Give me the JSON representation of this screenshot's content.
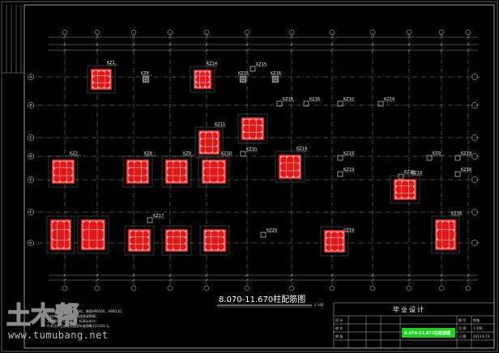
{
  "drawing": {
    "title": "8.070-11.670柱配筋图",
    "scale_note": "1:100"
  },
  "title_block": {
    "heading": "毕业设计",
    "highlight_text": "8.070-11.670柱配筋图",
    "highlight_color": "#1fd11f",
    "cells": [
      "设 计",
      "校 对",
      "审 核",
      "图 号",
      "比 例",
      "日 期",
      "结施",
      "1:100",
      "2013.6.15"
    ]
  },
  "notes": [
    "1.柱混凝土强度等级C30，钢筋HPB300、HRB335；",
    "2.柱纵筋连接采用机械连接或焊接；",
    "3.本图尺寸以毫米计，标高以米计；",
    "4.未注明之处详见国家标准图集11G101-1。"
  ],
  "watermark": {
    "logo_text": "土木帮",
    "site": "www.tumubang.net"
  },
  "axis_labels_left": [
    "A",
    "B",
    "C",
    "D",
    "E",
    "F",
    "G"
  ],
  "columns": [
    {
      "label": "KZ1",
      "kind": "red"
    },
    {
      "label": "KZ8",
      "kind": "red"
    },
    {
      "label": "KZ14",
      "kind": "red"
    },
    {
      "label": "KZ15",
      "kind": "red"
    },
    {
      "label": "KZ15",
      "kind": "label"
    },
    {
      "label": "KZ16",
      "kind": "red"
    },
    {
      "label": "KZ16",
      "kind": "label"
    },
    {
      "label": "KZ16",
      "kind": "label"
    },
    {
      "label": "KZ10",
      "kind": "label"
    },
    {
      "label": "KZ14",
      "kind": "label"
    },
    {
      "label": "KZ11",
      "kind": "red"
    },
    {
      "label": "KZ2",
      "kind": "red"
    },
    {
      "label": "KZ8",
      "kind": "red"
    },
    {
      "label": "KZ9",
      "kind": "red"
    },
    {
      "label": "KZ10",
      "kind": "red"
    },
    {
      "label": "KZ10",
      "kind": "label"
    },
    {
      "label": "KZ19",
      "kind": "label"
    },
    {
      "label": "KZ9",
      "kind": "label"
    },
    {
      "label": "KZ19",
      "kind": "label"
    },
    {
      "label": "KZ19",
      "kind": "red"
    },
    {
      "label": "KZ19",
      "kind": "label"
    },
    {
      "label": "KZ18",
      "kind": "label"
    },
    {
      "label": "KZ19",
      "kind": "red"
    },
    {
      "label": "KZ19",
      "kind": "label"
    },
    {
      "label": "KZ17",
      "kind": "label"
    },
    {
      "label": "KZ20",
      "kind": "label"
    },
    {
      "label": "KZ19",
      "kind": "label"
    },
    {
      "label": "KZ18",
      "kind": "red"
    }
  ],
  "colors": {
    "background": "#000000",
    "grid": "#cfcfcf",
    "column": "#e01818",
    "rebar": "#ffffff",
    "label": "#e8e8e8"
  }
}
